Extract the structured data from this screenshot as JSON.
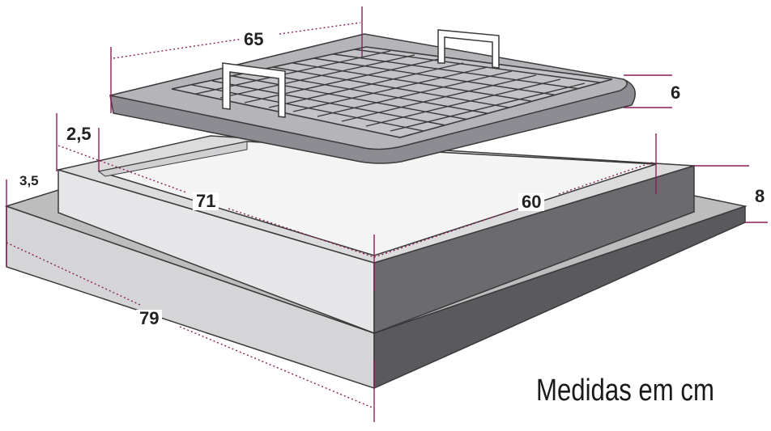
{
  "colors": {
    "accent_line": "#8a1f5a",
    "outline": "#3a3a3a",
    "frame_front": "#6a6a6f",
    "frame_top": "#dcdcdc",
    "base_front": "#5a5a5e",
    "base_top": "#bdbdbd",
    "cover": "#9a9aa0",
    "grid_cell": "#a8a8ad"
  },
  "dimensions": {
    "cover_width": "65",
    "cover_height": "6",
    "frame_lip": "2,5",
    "base_lip": "3,5",
    "opening_left": "71",
    "opening_right": "60",
    "frame_height": "8",
    "base_length": "79"
  },
  "caption": "Medidas em cm"
}
